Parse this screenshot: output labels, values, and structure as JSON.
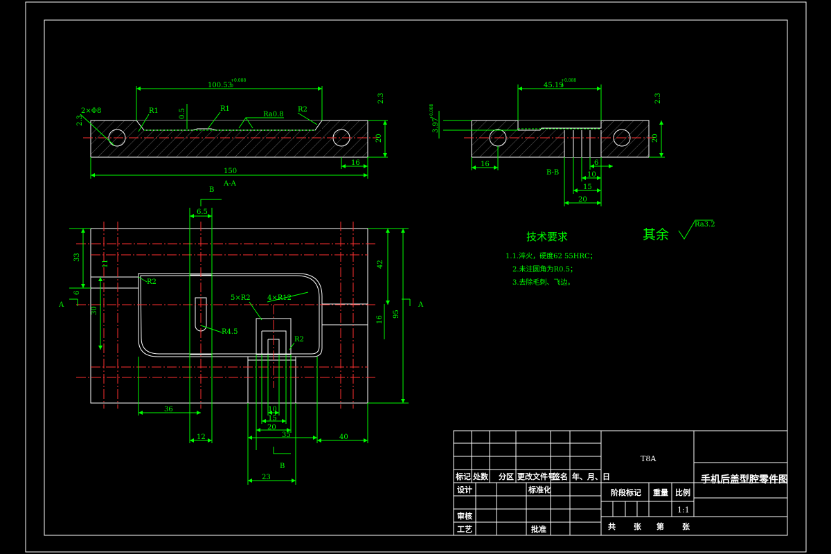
{
  "colors": {
    "background": "#000000",
    "dimension": "#00ff00",
    "outline": "#ffffff",
    "centerline": "#ff3030"
  },
  "section_aa": {
    "dims": {
      "top_length": "100.53",
      "top_tol_upper": "+0.088",
      "top_tol_lower": "0",
      "chamfer": "2×Φ8",
      "r1_left": "R1",
      "depth_05": "0.5",
      "r1_mid": "R1",
      "roughness": "Ra0.8",
      "r2": "R2",
      "left_23": "2.3",
      "right_23": "2.3",
      "height_20": "20",
      "length_150": "150",
      "right_16": "16"
    },
    "label": "A-A"
  },
  "section_bb": {
    "dims": {
      "top_length": "45.19",
      "top_tol_upper": "+0.088",
      "top_tol_lower": "0",
      "left_height": "3.97",
      "left_tol": "+0.088",
      "right_23": "2.3",
      "height_20": "20",
      "left_16": "16",
      "d6": "6",
      "d10": "10",
      "d15": "15",
      "d20": "20"
    },
    "label": "B-B"
  },
  "plan_view": {
    "section_b_top": "B",
    "section_b_bottom": "B",
    "section_a_left": "A",
    "section_a_right": "A",
    "dims": {
      "d65": "6.5",
      "d33": "33",
      "d11": "11",
      "d6": "6",
      "d30": "30",
      "r2_left": "R2",
      "r45": "R4.5",
      "r2_multi": "5×R2",
      "r12": "4×R12",
      "r2_right": "R2",
      "d42": "42",
      "d95": "95",
      "d16": "16",
      "d36": "36",
      "d12": "12",
      "d10": "10",
      "d15": "15",
      "d20": "20",
      "d35": "35",
      "d40": "40",
      "d23": "23"
    }
  },
  "tech_req": {
    "title": "技术要求",
    "items": [
      "1.1.淬火，硬度62  55HRC；",
      "2.未注圆角为R0.5；",
      "3.去除毛刺、飞边。"
    ]
  },
  "roughness_rest": {
    "label": "其余",
    "value": "Ra3.2"
  },
  "title_block": {
    "material": "T8A",
    "drawing_title": "手机后盖型腔零件图",
    "revision_headers": [
      "标记",
      "处数",
      "分区",
      "更改文件号",
      "签名",
      "年、月、日"
    ],
    "design": "设计",
    "standardize": "标准化",
    "review": "审核",
    "process": "工艺",
    "approve": "批准",
    "stage_mark": "阶段标记",
    "weight": "重量",
    "scale_label": "比例",
    "scale_value": "1:1",
    "sheets": [
      "共",
      "张",
      "第",
      "张"
    ]
  }
}
